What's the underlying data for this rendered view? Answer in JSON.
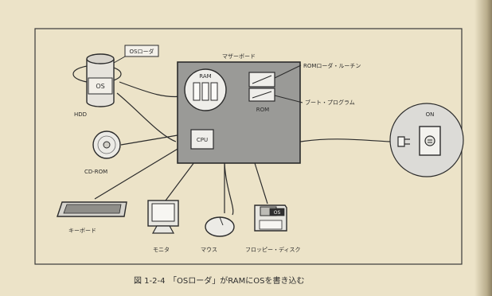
{
  "diagram": {
    "os_loader_tag": "OSローダ",
    "hdd_os_text": "OS",
    "hdd_label": "HDD",
    "motherboard_label": "マザーボード",
    "ram_label": "RAM",
    "rom_loader_routine_label": "ROMローダ・ルーチン",
    "boot_program_label": "ブート・プログラム",
    "rom_label": "ROM",
    "cpu_label": "CPU",
    "power_label": "ON",
    "cdrom_label": "CD-ROM",
    "keyboard_label": "キーボード",
    "monitor_label": "モニタ",
    "mouse_label": "マウス",
    "floppy_tag": "OS",
    "floppy_label": "フロッピー・ディスク"
  },
  "caption": {
    "number": "図 1-2-4",
    "text": "「OSローダ」がRAMにOSを書き込む"
  }
}
